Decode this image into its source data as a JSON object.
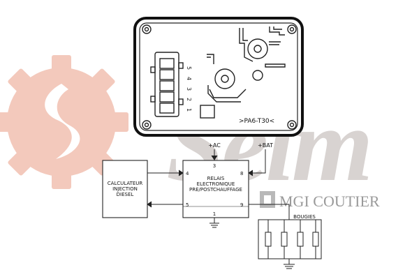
{
  "watermark": {
    "brand": "Seim",
    "sub_brand": "MGI COUTIER",
    "brand_color": "#f3c9bc",
    "brand_dark_color": "#c9c4c2",
    "sub_brand_color": "#9a9a9a"
  },
  "module": {
    "pin_numbers": [
      "5",
      "4",
      "3",
      "2",
      "1"
    ],
    "label": ">PA6-T30<"
  },
  "relay": {
    "label_lines": [
      "RELAIS",
      "ELECTRONIQUE",
      "PRE/POSTCHAUFFAGE"
    ],
    "pins": {
      "top": "3",
      "top_right": "8",
      "left_top": "4",
      "left_bottom": "5",
      "bottom": "1",
      "right_bottom": "9"
    }
  },
  "terminals": {
    "ac": "+AC",
    "bat": "+BAT"
  },
  "ecu": {
    "label_lines": [
      "CALCULATEUR",
      "INJECTION",
      "DIESEL"
    ]
  },
  "plugs": {
    "label": "BOUGIES",
    "count": 4
  }
}
